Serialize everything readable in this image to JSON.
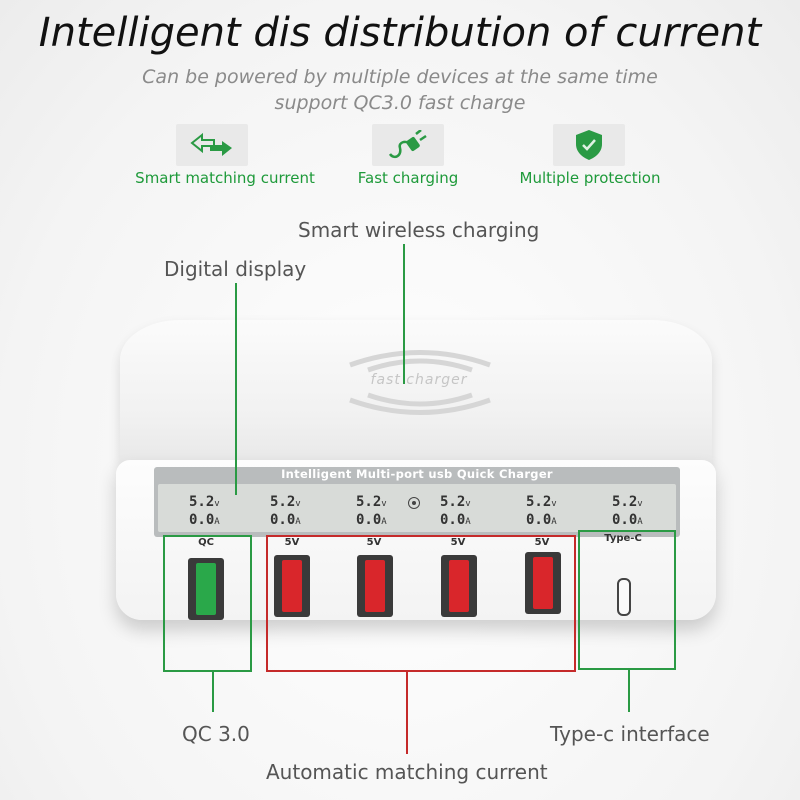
{
  "header": {
    "title": "Intelligent dis distribution of current",
    "subtitle_line1": "Can be powered by multiple devices at the same time",
    "subtitle_line2": "support QC3.0 fast charge"
  },
  "features": [
    {
      "label": "Smart matching current",
      "icon": "arrows-switch-icon"
    },
    {
      "label": "Fast charging",
      "icon": "plug-icon"
    },
    {
      "label": "Multiple protection",
      "icon": "shield-icon"
    }
  ],
  "callouts": {
    "wireless": "Smart wireless charging",
    "display": "Digital display",
    "qc": "QC 3.0",
    "typec": "Type-c interface",
    "auto": "Automatic matching current"
  },
  "device": {
    "pad_text": "fast charger",
    "panel_title": "Intelligent Multi-port usb Quick Charger",
    "readings": [
      {
        "volt": "5.2",
        "volt_unit": "v",
        "amp": "0.0",
        "amp_unit": "A"
      },
      {
        "volt": "5.2",
        "volt_unit": "v",
        "amp": "0.0",
        "amp_unit": "A"
      },
      {
        "volt": "5.2",
        "volt_unit": "v",
        "amp": "0.0",
        "amp_unit": "A"
      },
      {
        "volt": "5.2",
        "volt_unit": "v",
        "amp": "0.0",
        "amp_unit": "A"
      },
      {
        "volt": "5.2",
        "volt_unit": "v",
        "amp": "0.0",
        "amp_unit": "A"
      },
      {
        "volt": "5.2",
        "volt_unit": "v",
        "amp": "0.0",
        "amp_unit": "A"
      }
    ],
    "ports": [
      "QC",
      "5V",
      "5V",
      "5V",
      "5V",
      "Type-C"
    ]
  },
  "colors": {
    "accent_green": "#2a9a44",
    "accent_red": "#c52a2a",
    "qc_port": "#2aa84a",
    "usb_port": "#d9262b"
  }
}
